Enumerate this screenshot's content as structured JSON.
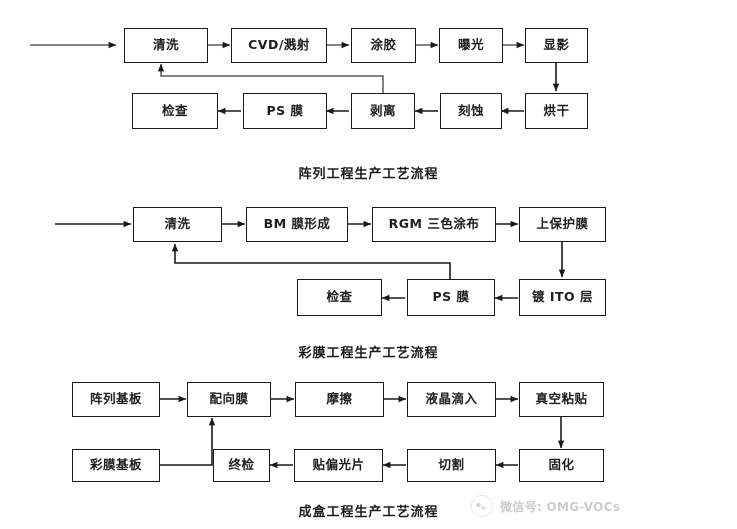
{
  "page": {
    "background": "#ffffff",
    "line_color": "#1a1a1a",
    "box_border_color": "#1a1a1a",
    "text_color": "#1d1d1d"
  },
  "flows": [
    {
      "id": "array-process",
      "caption": "阵列工程生产工艺流程",
      "nodes": [
        {
          "id": "n1-1",
          "label": "清洗"
        },
        {
          "id": "n1-2",
          "label": "CVD/溅射"
        },
        {
          "id": "n1-3",
          "label": "涂胶"
        },
        {
          "id": "n1-4",
          "label": "曝光"
        },
        {
          "id": "n1-5",
          "label": "显影"
        },
        {
          "id": "n1-6",
          "label": "烘干"
        },
        {
          "id": "n1-7",
          "label": "刻蚀"
        },
        {
          "id": "n1-8",
          "label": "剥离"
        },
        {
          "id": "n1-9",
          "label": "PS 膜"
        },
        {
          "id": "n1-10",
          "label": "检查"
        }
      ]
    },
    {
      "id": "color-filter-process",
      "caption": "彩膜工程生产工艺流程",
      "nodes": [
        {
          "id": "n2-1",
          "label": "清洗"
        },
        {
          "id": "n2-2",
          "label": "BM 膜形成"
        },
        {
          "id": "n2-3",
          "label": "RGM 三色涂布"
        },
        {
          "id": "n2-4",
          "label": "上保护膜"
        },
        {
          "id": "n2-5",
          "label": "镀 ITO 层"
        },
        {
          "id": "n2-6",
          "label": "PS 膜"
        },
        {
          "id": "n2-7",
          "label": "检查"
        }
      ]
    },
    {
      "id": "cell-process",
      "caption": "成盒工程生产工艺流程",
      "nodes": [
        {
          "id": "n3-1",
          "label": "阵列基板"
        },
        {
          "id": "n3-2",
          "label": "配向膜"
        },
        {
          "id": "n3-3",
          "label": "摩擦"
        },
        {
          "id": "n3-4",
          "label": "液晶滴入"
        },
        {
          "id": "n3-5",
          "label": "真空粘贴"
        },
        {
          "id": "n3-6",
          "label": "固化"
        },
        {
          "id": "n3-7",
          "label": "切割"
        },
        {
          "id": "n3-8",
          "label": "贴偏光片"
        },
        {
          "id": "n3-9",
          "label": "终检"
        },
        {
          "id": "n3-10",
          "label": "彩膜基板"
        }
      ]
    }
  ],
  "watermark": {
    "text": "微信号: OMG-VOCs",
    "logo": "wechat-circle-logo"
  }
}
